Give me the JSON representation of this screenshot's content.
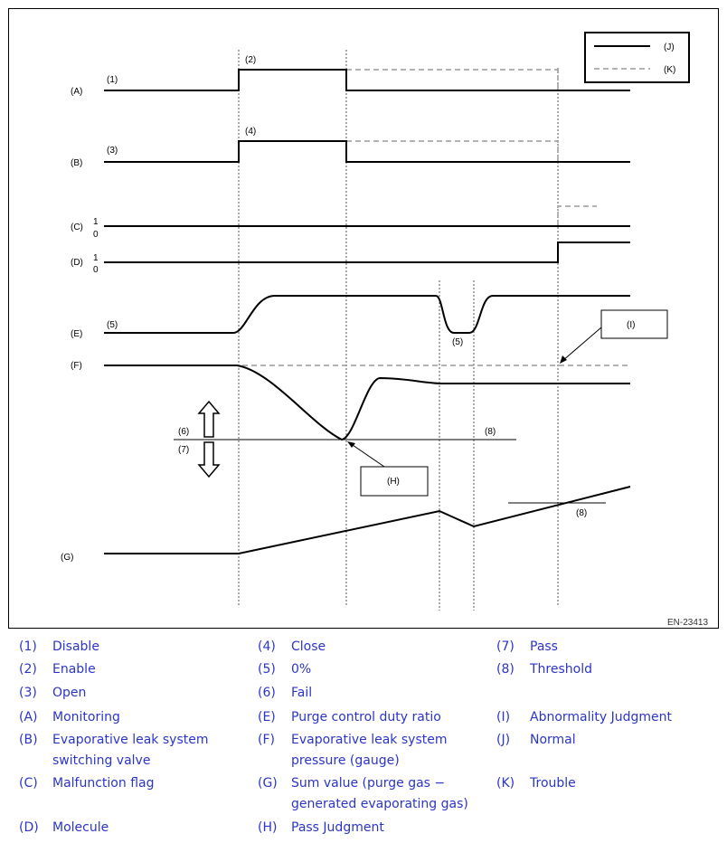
{
  "diagram": {
    "signals": {
      "A": "(A)",
      "B": "(B)",
      "C": "(C)",
      "D": "(D)",
      "E": "(E)",
      "F": "(F)",
      "G": "(G)"
    },
    "markers": {
      "m1": "(1)",
      "m2": "(2)",
      "m3": "(3)",
      "m4": "(4)",
      "m5a": "(5)",
      "m5b": "(5)",
      "m6": "(6)",
      "m7": "(7)",
      "m8a": "(8)",
      "m8b": "(8)"
    },
    "levels": {
      "c_one": "1",
      "c_zero": "0",
      "d_one": "1",
      "d_zero": "0"
    },
    "callouts": {
      "H": "(H)",
      "I": "(I)"
    },
    "key": {
      "J": "(J)",
      "K": "(K)",
      "J_color": "#000000",
      "K_color": "#999999"
    },
    "code": "EN-23413"
  },
  "legend": {
    "col1": [
      {
        "key": "(1)",
        "text": "Disable"
      },
      {
        "key": "(2)",
        "text": "Enable"
      },
      {
        "key": "(3)",
        "text": "Open"
      },
      {
        "key": "(A)",
        "text": "Monitoring"
      },
      {
        "key": "(B)",
        "text": "Evaporative leak system",
        "text2": "switching valve"
      },
      {
        "key": "(C)",
        "text": "Malfunction flag"
      },
      {
        "key": "(D)",
        "text": "Molecule"
      }
    ],
    "col2": [
      {
        "key": "(4)",
        "text": "Close"
      },
      {
        "key": "(5)",
        "text": "0%"
      },
      {
        "key": "(6)",
        "text": "Fail"
      },
      {
        "key": "(E)",
        "text": "Purge control duty ratio"
      },
      {
        "key": "(F)",
        "text": "Evaporative leak system",
        "text2": "pressure (gauge)"
      },
      {
        "key": "(G)",
        "text": "Sum value (purge gas −",
        "text2": "generated evaporating gas)"
      },
      {
        "key": "(H)",
        "text": "Pass Judgment"
      }
    ],
    "col3": [
      {
        "key": "(7)",
        "text": "Pass"
      },
      {
        "key": "(8)",
        "text": "Threshold"
      },
      {
        "key": "(I)",
        "text": "Abnormality Judgment"
      },
      {
        "key": "(J)",
        "text": "Normal"
      },
      {
        "key": "(K)",
        "text": "Trouble"
      }
    ],
    "color": "#2b35c8"
  }
}
